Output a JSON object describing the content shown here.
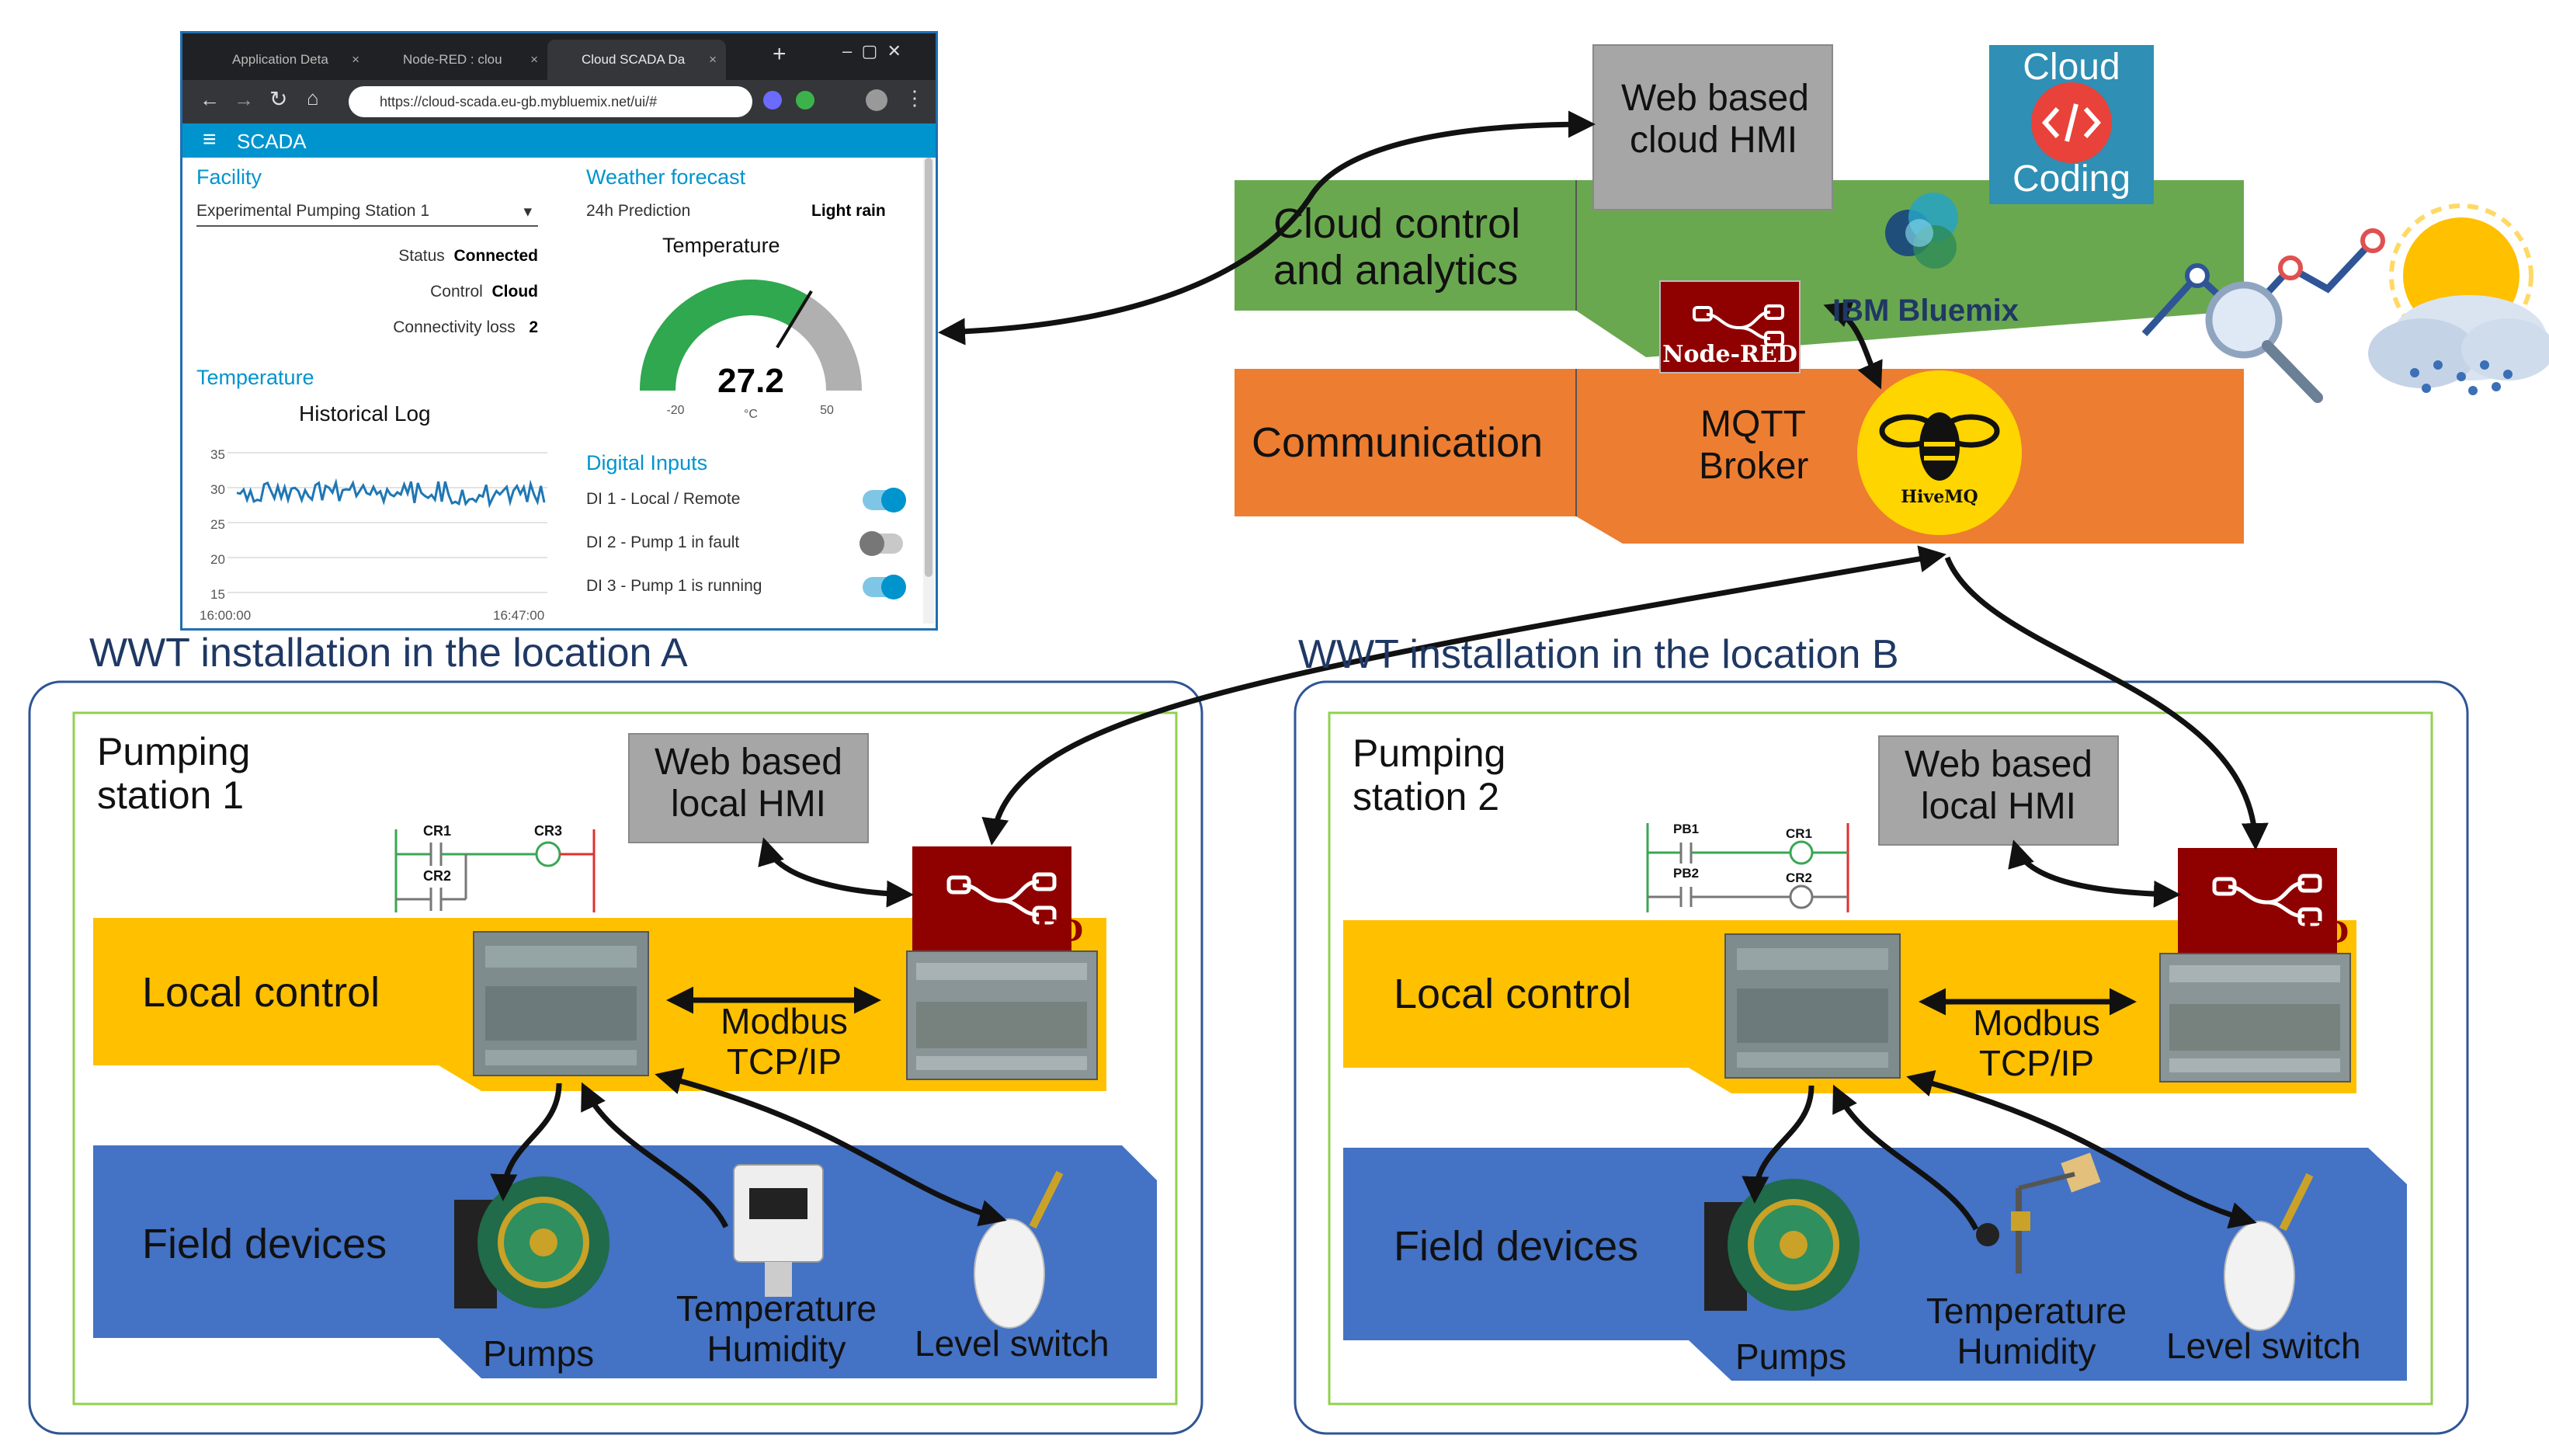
{
  "browser": {
    "tabs": [
      "Application Deta",
      "Node-RED : clou",
      "Cloud SCADA Da"
    ],
    "url": "https://cloud-scada.eu-gb.mybluemix.net/ui/#",
    "app_title": "SCADA",
    "facility": {
      "title": "Facility",
      "selected": "Experimental Pumping Station 1",
      "status_label": "Status",
      "status_value": "Connected",
      "control_label": "Control",
      "control_value": "Cloud",
      "conn_label": "Connectivity loss",
      "conn_value": "2"
    },
    "weather": {
      "title": "Weather forecast",
      "pred_label": "24h Prediction",
      "pred_value": "Light rain",
      "gauge_title": "Temperature",
      "gauge_value": 27.2,
      "gauge_value_text": "27.2",
      "gauge_unit": "°C",
      "gauge_min": -20,
      "gauge_max": 50,
      "gauge_min_text": "-20",
      "gauge_max_text": "50"
    },
    "temperature": {
      "title": "Temperature",
      "chart_title": "Historical Log",
      "y_ticks": [
        "35",
        "30",
        "25",
        "20",
        "15"
      ],
      "x_start": "16:00:00",
      "x_end": "16:47:00"
    },
    "digital_inputs": {
      "title": "Digital Inputs",
      "items": [
        {
          "label": "DI 1 - Local / Remote",
          "on": true
        },
        {
          "label": "DI 2 - Pump 1 in fault",
          "on": false
        },
        {
          "label": "DI 3 - Pump 1 is running",
          "on": true
        }
      ]
    }
  },
  "cloud": {
    "hmi": "Web based\ncloud HMI",
    "coding_top": "Cloud",
    "coding_bottom": "Coding",
    "control_label": "Cloud control\nand analytics",
    "bluemix": "IBM Bluemix",
    "nodered": "Node-RED",
    "comm_label": "Communication",
    "broker": "MQTT\nBroker",
    "hivemq": "HiveMQ"
  },
  "locations": [
    {
      "title": "WWT installation in the location A",
      "station": "Pumping\nstation 1",
      "hmi": "Web based\nlocal HMI",
      "ladder": [
        "CR1",
        "CR3",
        "CR2"
      ],
      "nodered": "Node-RED",
      "local_control": "Local control",
      "modbus": "Modbus\nTCP/IP",
      "field": "Field devices",
      "pumps": "Pumps",
      "temp": "Temperature\nHumidity",
      "level": "Level switch"
    },
    {
      "title": "WWT installation in the location B",
      "station": "Pumping\nstation 2",
      "hmi": "Web based\nlocal HMI",
      "ladder": [
        "PB1",
        "CR1",
        "PB2",
        "CR2"
      ],
      "nodered": "Node-RED",
      "local_control": "Local control",
      "modbus": "Modbus\nTCP/IP",
      "field": "Field devices",
      "pumps": "Pumps",
      "temp": "Temperature\nHumidity",
      "level": "Level switch"
    }
  ],
  "colors": {
    "green": "#6aa84f",
    "orange": "#ed7d31",
    "yellow": "#ffc000",
    "blue": "#4472c4",
    "nodered": "#8f0000",
    "scada_blue": "#0094ce"
  }
}
